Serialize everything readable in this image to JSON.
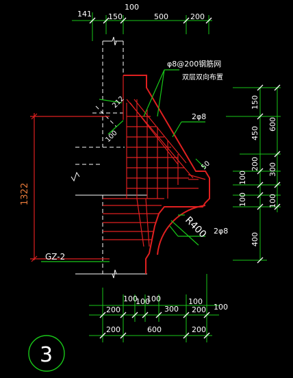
{
  "colors": {
    "background": "#000000",
    "dimension": "#19c919",
    "rebar": "#e02020",
    "outline": "#ffffff"
  },
  "top_dims": {
    "row1": [
      "141",
      "100"
    ],
    "row2": [
      "150",
      "500",
      "200"
    ]
  },
  "labels": {
    "rebar_net": "φ8@200钢筋网",
    "rebar_net_note": "双层双向布置",
    "bar_upper": "2φ8",
    "bar_lower": "2φ8",
    "dim_212": "212",
    "dim_100_diag": "100",
    "dim_50": "50",
    "radius": "R400",
    "column": "GZ-2",
    "height": "1322"
  },
  "right_dims": {
    "outer": [
      "150",
      "450",
      "200",
      "100",
      "100",
      "400"
    ],
    "inner": [
      "600",
      "300",
      "100"
    ]
  },
  "bottom_dims": {
    "row1": [
      "100",
      "100",
      "100",
      "300",
      "100",
      "100"
    ],
    "row2": [
      "200",
      "300",
      "200"
    ],
    "row3": [
      "200",
      "600",
      "200"
    ]
  },
  "detail_number": "3"
}
